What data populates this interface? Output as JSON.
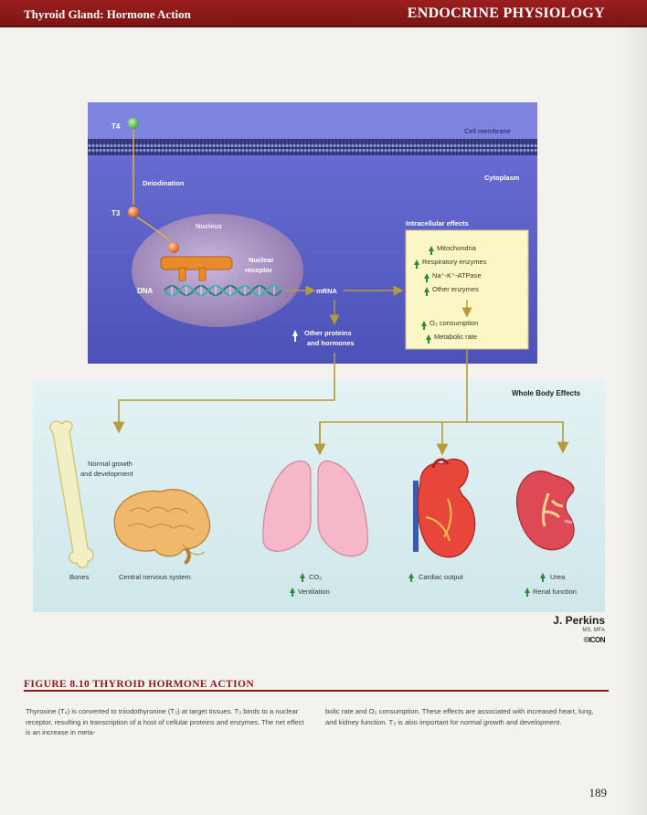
{
  "header": {
    "left_title": "Thyroid Gland: Hormone Action",
    "right_title": "ENDOCRINE PHYSIOLOGY"
  },
  "diagram": {
    "t4": "T4",
    "t3": "T3",
    "cell_membrane": "Cell membrane",
    "deiodination": "Deiodination",
    "cytoplasm": "Cytoplasm",
    "nucleus": "Nucleus",
    "nuclear_receptor_1": "Nuclear",
    "nuclear_receptor_2": "receptor",
    "dna": "DNA",
    "mrna": "mRNA",
    "other_proteins_1": "Other proteins",
    "other_proteins_2": "and hormones",
    "intracellular": {
      "title": "Intracellular effects",
      "items": [
        "Mitochondria",
        "Respiratory enzymes",
        "Na⁺-K⁺-ATPase",
        "Other enzymes"
      ],
      "results": [
        "O₂ consumption",
        "Metabolic rate"
      ]
    },
    "whole_body_title": "Whole Body Effects",
    "normal_growth_1": "Normal growth",
    "normal_growth_2": "and development",
    "bones": "Bones",
    "cns": "Central nervous system",
    "co2": "CO₂",
    "ventilation": "Ventilation",
    "cardiac_output": "Cardiac output",
    "urea": "Urea",
    "renal_function": "Renal function",
    "colors": {
      "cell_bg": "#5a5fc4",
      "membrane": "#3a3f86",
      "nucleus": "#a58fbf",
      "effects_box": "#fbf6c6",
      "arrow": "#b79a3a",
      "up_arrow": "#2a8a3a",
      "whole_body_bg": "#d9ecef"
    }
  },
  "author": {
    "name": "J. Perkins",
    "credentials": "MS, MFA",
    "logo": "©ICON"
  },
  "figure": {
    "label": "FIGURE 8.10   THYROID HORMONE ACTION",
    "caption_left": "Thyroxine (T₄) is converted to triiodothyronine (T₃) at target tissues. T₃ binds to a nuclear receptor, resulting in transcription of a host of cellular proteins and enzymes. The net effect is an increase in meta-",
    "caption_right": "bolic rate and O₂ consumption. These effects are associated with increased heart, lung, and kidney function. T₃ is also important for normal growth and development."
  },
  "page_number": "189"
}
